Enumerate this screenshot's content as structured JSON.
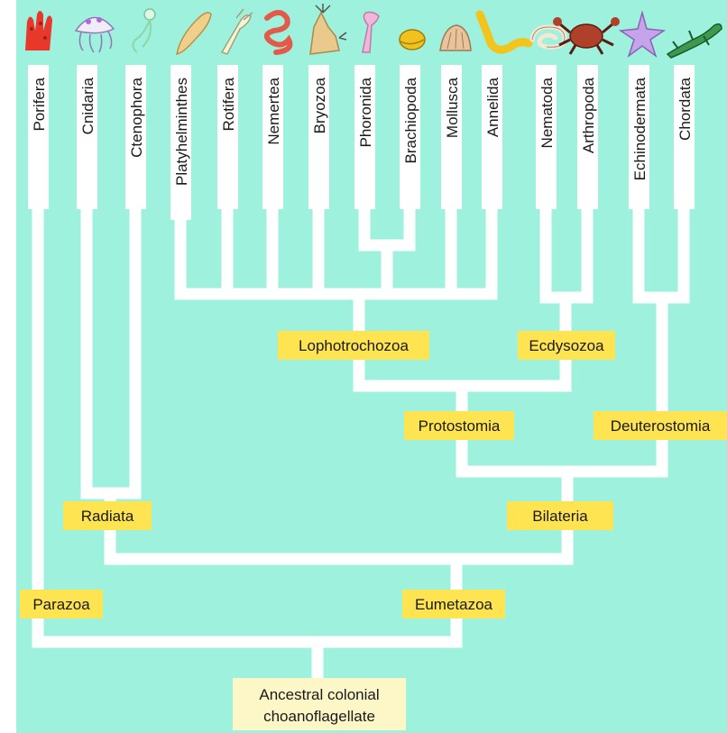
{
  "colors": {
    "background": "#9ef1dd",
    "branch": "#ffffff",
    "clade_label": "#ffe451",
    "root_label": "#fdf6c7",
    "text": "#1a1a1a"
  },
  "phyla": [
    {
      "name": "Porifera",
      "icon": "sponge-icon",
      "color": "#e8382c"
    },
    {
      "name": "Cnidaria",
      "icon": "jellyfish-icon",
      "color": "#c9a6e8"
    },
    {
      "name": "Ctenophora",
      "icon": "comb-jelly-icon",
      "color": "#b7e9c6"
    },
    {
      "name": "Platyhelminthes",
      "icon": "flatworm-icon",
      "color": "#efcf8a"
    },
    {
      "name": "Rotifera",
      "icon": "rotifer-icon",
      "color": "#f4f4d8"
    },
    {
      "name": "Nemertea",
      "icon": "ribbon-worm-icon",
      "color": "#e45a4a"
    },
    {
      "name": "Bryozoa",
      "icon": "bryozoan-icon",
      "color": "#e9c98c"
    },
    {
      "name": "Phoronida",
      "icon": "phoronid-icon",
      "color": "#f2b6da"
    },
    {
      "name": "Brachiopoda",
      "icon": "lamp-shell-icon",
      "color": "#f1c21d"
    },
    {
      "name": "Mollusca",
      "icon": "clam-icon",
      "color": "#e9c39b"
    },
    {
      "name": "Annelida",
      "icon": "segmented-worm-icon",
      "color": "#f2c41c"
    },
    {
      "name": "Nematoda",
      "icon": "roundworm-icon",
      "color": "#f6e7d5"
    },
    {
      "name": "Arthropoda",
      "icon": "crab-icon",
      "color": "#b0402a"
    },
    {
      "name": "Echinodermata",
      "icon": "sea-star-icon",
      "color": "#c6a3ea"
    },
    {
      "name": "Chordata",
      "icon": "lizard-icon",
      "color": "#3c9a4e"
    }
  ],
  "clades": {
    "lophotrochozoa": "Lophotrochozoa",
    "ecdysozoa": "Ecdysozoa",
    "protostomia": "Protostomia",
    "deuterostomia": "Deuterostomia",
    "radiata": "Radiata",
    "bilateria": "Bilateria",
    "parazoa": "Parazoa",
    "eumetazoa": "Eumetazoa"
  },
  "root": {
    "line1": "Ancestral colonial",
    "line2": "choanoflagellate"
  }
}
